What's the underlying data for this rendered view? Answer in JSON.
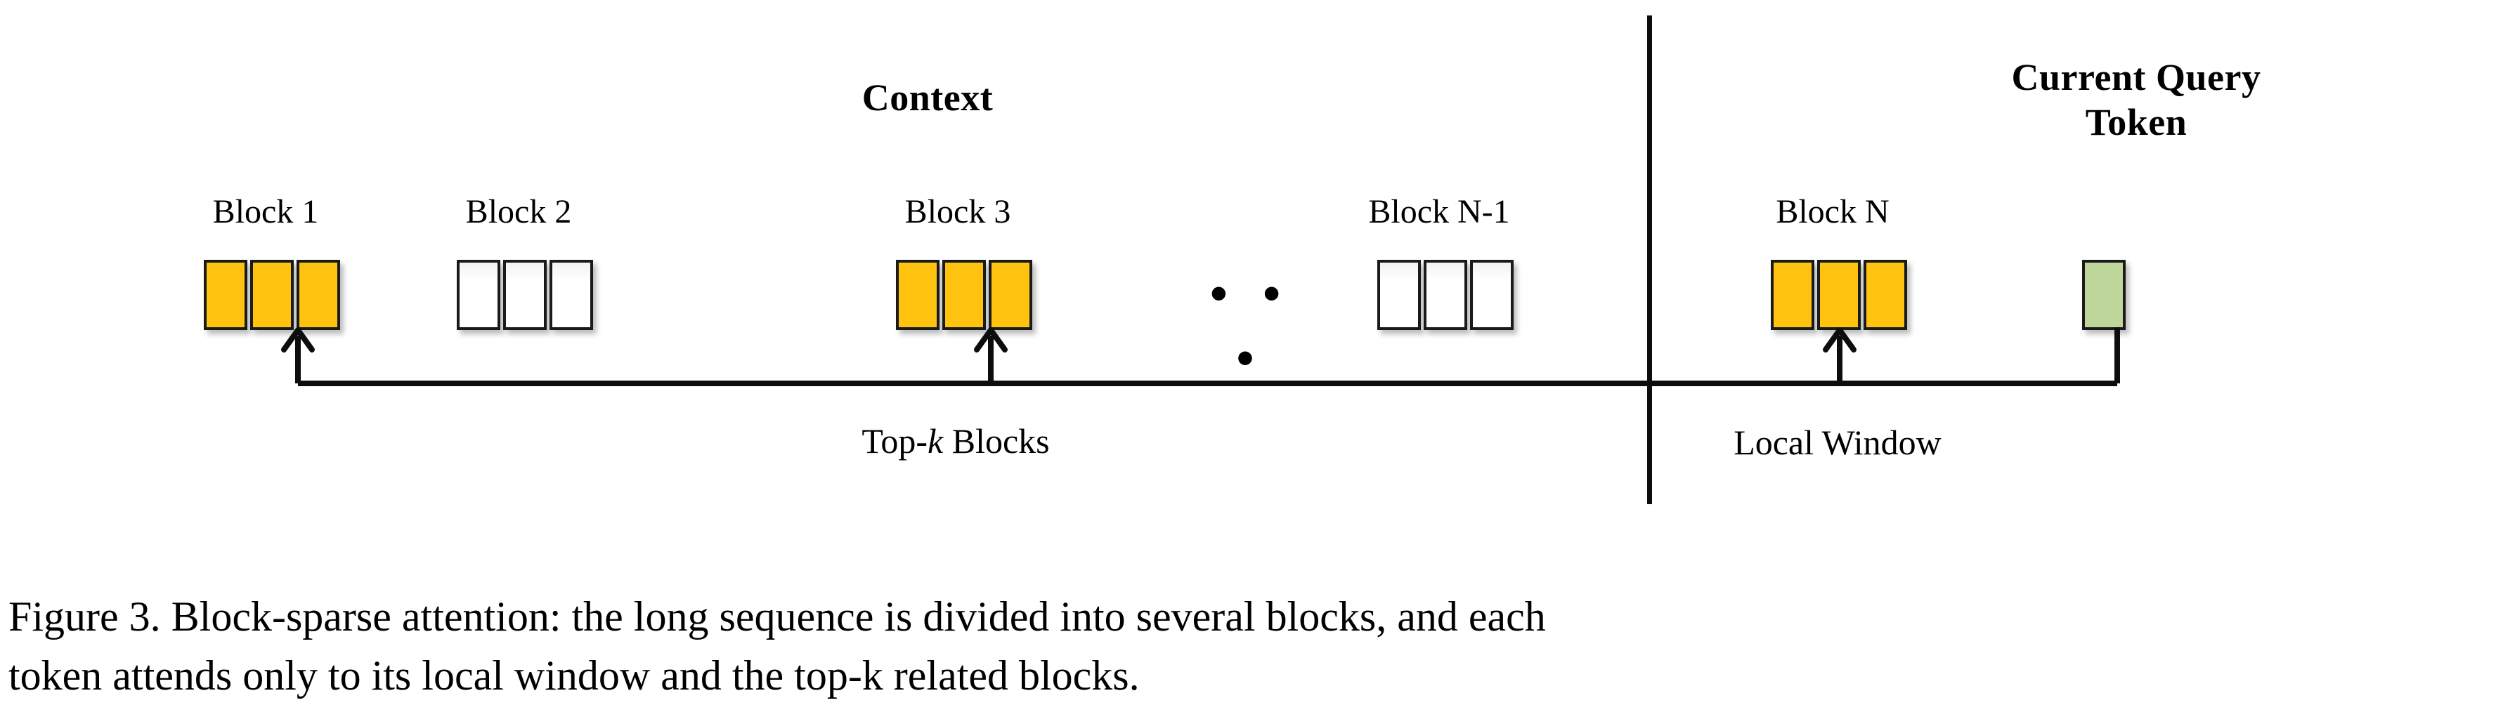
{
  "figure": {
    "headings": {
      "context": "Context",
      "query_line1": "Current Query",
      "query_line2": "Token"
    },
    "blocks": [
      {
        "label": "Block 1",
        "state": "selected",
        "color": "#FFC20E",
        "has_arrow": true,
        "cells": 3
      },
      {
        "label": "Block 2",
        "state": "unselected",
        "color": "#FFFFFF",
        "has_arrow": false,
        "cells": 3
      },
      {
        "label": "Block 3",
        "state": "selected",
        "color": "#FFC20E",
        "has_arrow": true,
        "cells": 3
      },
      {
        "label": "Block N-1",
        "state": "unselected",
        "color": "#FFFFFF",
        "has_arrow": false,
        "cells": 3
      },
      {
        "label": "Block N",
        "state": "selected",
        "color": "#FFC20E",
        "has_arrow": true,
        "cells": 3
      }
    ],
    "ellipsis": "• • •",
    "query_token": {
      "color": "#BFD69A",
      "cells": 1
    },
    "wire_labels": {
      "topk_prefix": "Top-",
      "topk_italic": "k",
      "topk_suffix": " Blocks",
      "local_window": "Local Window"
    },
    "divider_color": "#0D0D0D",
    "stroke_color": "#0D0D0D"
  },
  "caption": {
    "line1": "Figure 3.  Block-sparse attention:  the long sequence is divided into several blocks, and each",
    "line2": "token attends only to its local window and the top-k related blocks."
  }
}
